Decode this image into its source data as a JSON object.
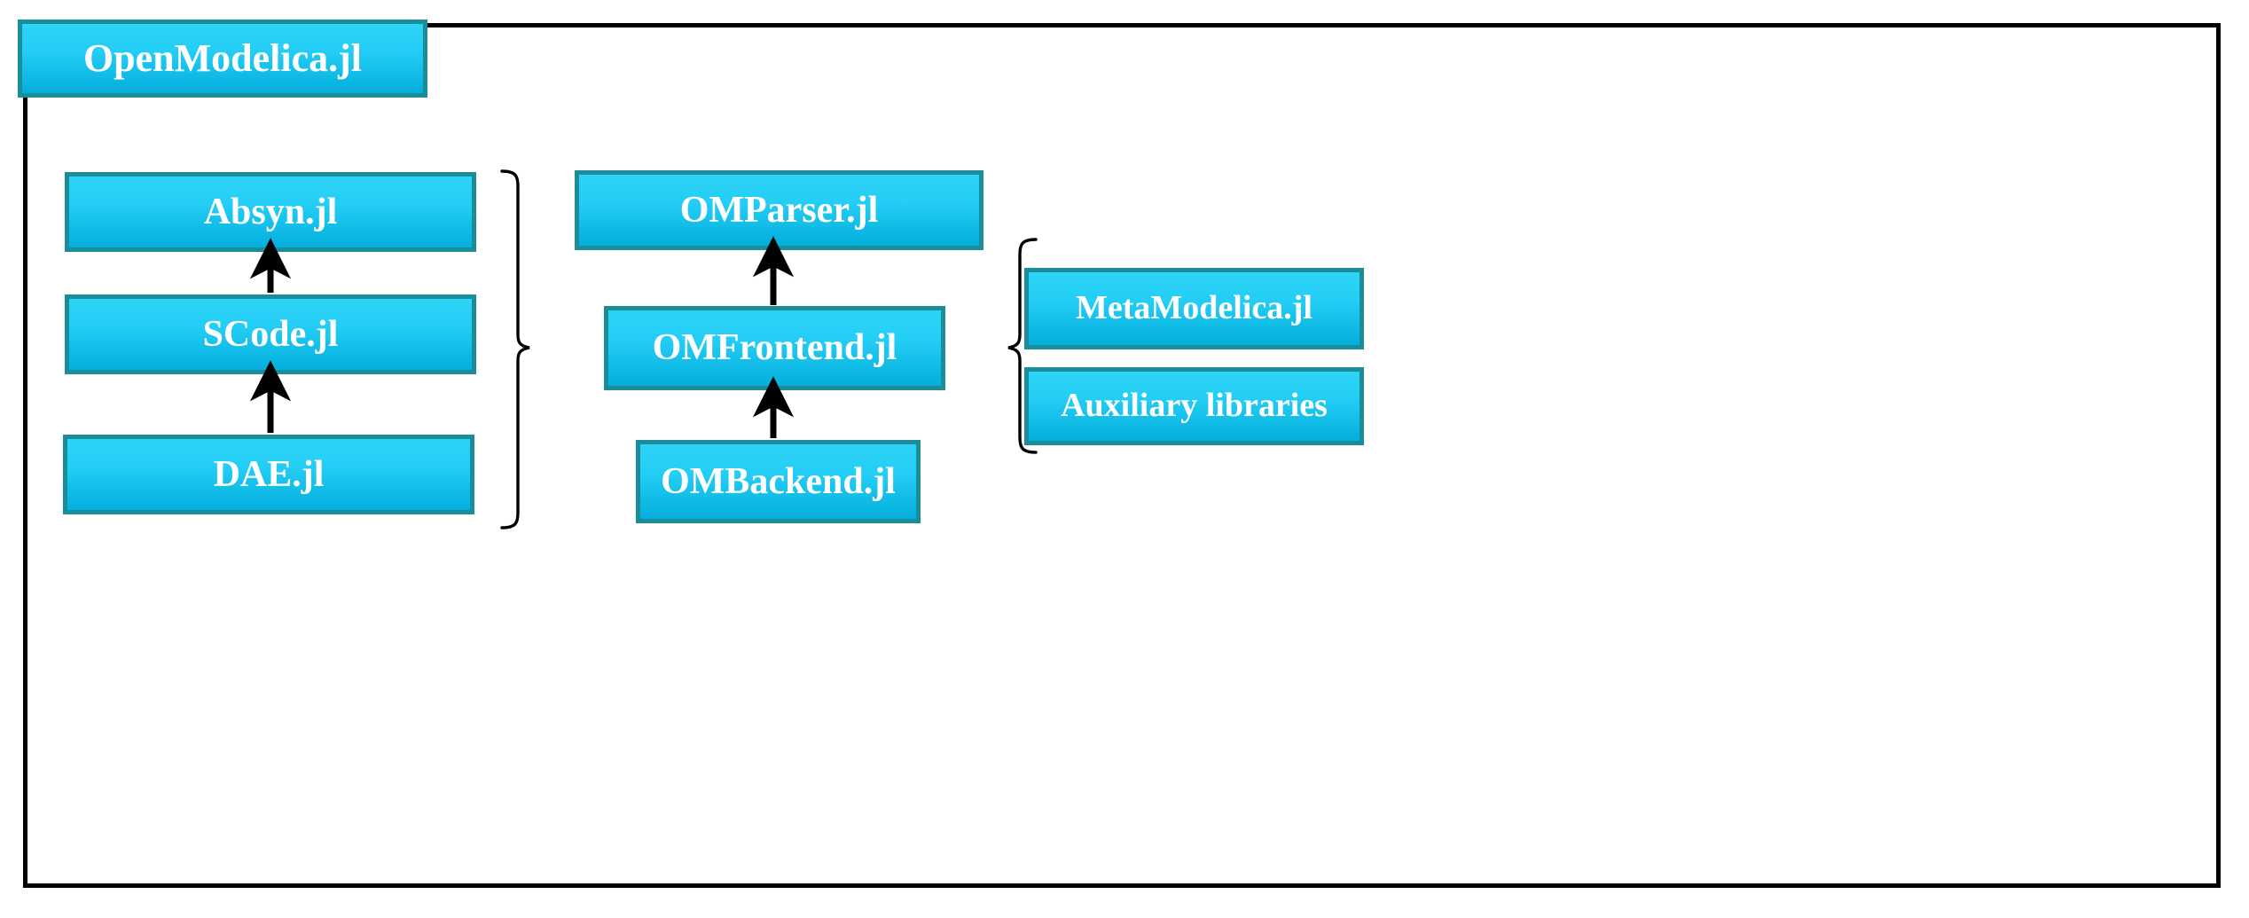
{
  "diagram": {
    "title": "OpenModelica.jl",
    "type": "architecture-block-diagram",
    "frame": {
      "label": "outer-frame"
    },
    "palette": {
      "box_border": "#1a8d99",
      "box_fill_top": "#2ed4f7",
      "box_fill_bottom": "#04aede",
      "text": "#ffffff",
      "frame": "#000000",
      "connector": "#000000",
      "background": "#ffffff"
    },
    "nodes": [
      {
        "id": "openmodelica",
        "label": "OpenModelica.jl",
        "group": "title"
      },
      {
        "id": "absyn",
        "label": "Absyn.jl",
        "group": "left-column"
      },
      {
        "id": "scode",
        "label": "SCode.jl",
        "group": "left-column"
      },
      {
        "id": "dae",
        "label": "DAE.jl",
        "group": "left-column"
      },
      {
        "id": "omparser",
        "label": "OMParser.jl",
        "group": "middle-column"
      },
      {
        "id": "omfrontend",
        "label": "OMFrontend.jl",
        "group": "middle-column"
      },
      {
        "id": "ombackend",
        "label": "OMBackend.jl",
        "group": "middle-column"
      },
      {
        "id": "metamodelica",
        "label": "MetaModelica.jl",
        "group": "right-column"
      },
      {
        "id": "auxiliary",
        "label": "Auxiliary libraries",
        "group": "right-column"
      }
    ],
    "connectors": [
      {
        "id": "scode-to-absyn",
        "from": "scode",
        "to": "absyn",
        "kind": "arrow-up"
      },
      {
        "id": "dae-to-scode",
        "from": "dae",
        "to": "scode",
        "kind": "arrow-up"
      },
      {
        "id": "omfrontend-to-omparser",
        "from": "omfrontend",
        "to": "omparser",
        "kind": "arrow-up"
      },
      {
        "id": "ombackend-to-omfrontend",
        "from": "ombackend",
        "to": "omfrontend",
        "kind": "arrow-up"
      }
    ],
    "braces": [
      {
        "id": "left-brace",
        "orientation": "right-pointing",
        "groups": [
          "absyn",
          "scode",
          "dae"
        ]
      },
      {
        "id": "right-brace",
        "orientation": "left-pointing",
        "groups": [
          "metamodelica",
          "auxiliary"
        ]
      }
    ]
  }
}
